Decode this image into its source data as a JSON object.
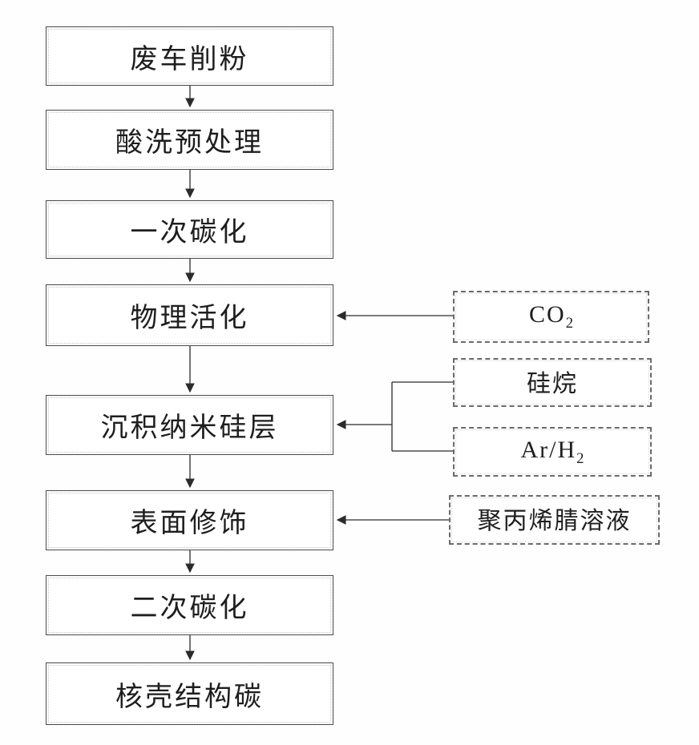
{
  "diagram": {
    "type": "flowchart",
    "direction": "top-down",
    "background_color": "#ffffff",
    "line_color": "#2b2b2b",
    "main_flow": [
      {
        "id": "waste-car-shaving-powder",
        "label": "废车削粉"
      },
      {
        "id": "acid-wash-pretreatment",
        "label": "酸洗预处理"
      },
      {
        "id": "first-carbonization",
        "label": "一次碳化"
      },
      {
        "id": "physical-activation",
        "label": "物理活化"
      },
      {
        "id": "deposit-nano-silicon-layer",
        "label": "沉积纳米硅层"
      },
      {
        "id": "surface-modification",
        "label": "表面修饰"
      },
      {
        "id": "second-carbonization",
        "label": "二次碳化"
      },
      {
        "id": "core-shell-structure-carbon",
        "label": "核壳结构碳"
      }
    ],
    "side_inputs": [
      {
        "id": "co2",
        "label": "CO",
        "subscript": "2",
        "border_style": "dashed",
        "feeds_into": "物理活化"
      },
      {
        "id": "silane",
        "label": "硅烷",
        "subscript": "",
        "border_style": "dashed",
        "feeds_into": "沉积纳米硅层"
      },
      {
        "id": "ar-h2",
        "label": "Ar/H",
        "subscript": "2",
        "border_style": "dashed",
        "feeds_into": "沉积纳米硅层"
      },
      {
        "id": "pan-solution",
        "label": "聚丙烯腈溶液",
        "subscript": "",
        "border_style": "dashed",
        "feeds_into": "表面修饰"
      }
    ]
  }
}
